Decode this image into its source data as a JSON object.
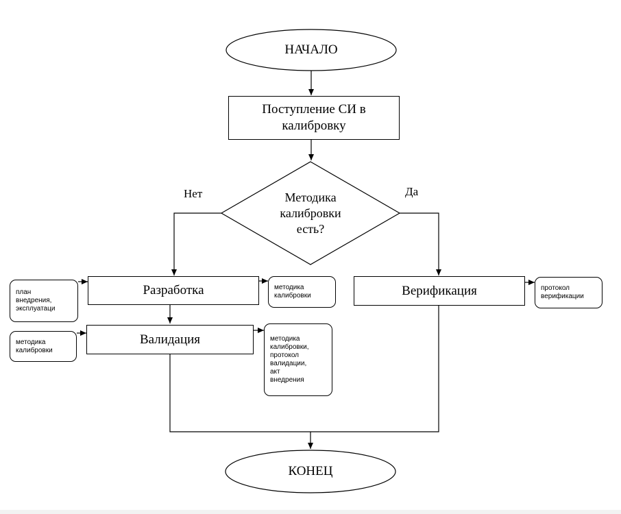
{
  "flowchart": {
    "start": "НАЧАЛО",
    "intake": "Поступление СИ в\nкалибровку",
    "decision": "Методика\nкалибровки\nесть?",
    "no_label": "Нет",
    "yes_label": "Да",
    "development": "Разработка",
    "validation": "Валидация",
    "verification": "Верификация",
    "end": "КОНЕЦ"
  },
  "notes": {
    "dev_input": "план\nвнедрения,\nэксплуатаци",
    "dev_output": "методика\nкалибровки",
    "val_input": "методика\nкалибровки",
    "val_output": "методика\nкалибровки,\nпротокол\nвалидации,\nакт\nвнедрения",
    "ver_output": "протокол\nверификации"
  }
}
